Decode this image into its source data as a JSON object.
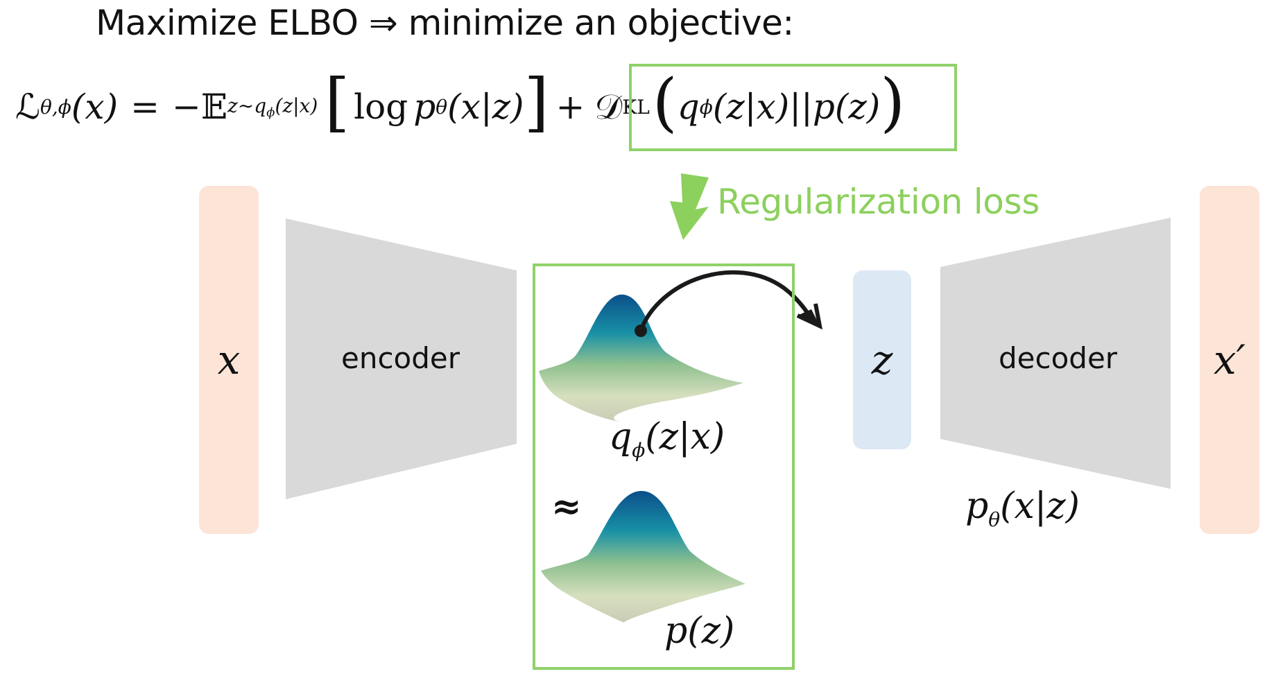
{
  "title": "Maximize ELBO ⇒ minimize an objective:",
  "equation": {
    "lhs_symbol": "ℒ",
    "lhs_subscript": "θ,ϕ",
    "lhs_arg": "(x)",
    "equals": "=",
    "minus": "−",
    "expectation_symbol": "𝔼",
    "expectation_subscript": "z∼q",
    "expectation_subscript_phi": "ϕ",
    "expectation_subscript_arg": "(z|x)",
    "open_bracket": "[",
    "log_term_log": "log",
    "log_term_p": "p",
    "log_term_theta": "θ",
    "log_term_arg": "(x|z)",
    "close_bracket": "]",
    "plus": "+",
    "kl_symbol": "𝒟",
    "kl_subscript": "KL",
    "kl_open": "(",
    "kl_q": "q",
    "kl_phi": "ϕ",
    "kl_arg": "(z|x)||p(z)",
    "kl_close": ")"
  },
  "regularization_label": "Regularization loss",
  "input_label": "x",
  "encoder_label": "encoder",
  "posterior_label": {
    "q": "q",
    "sub": "ϕ",
    "arg": "(z|x)"
  },
  "approx_symbol": "≈",
  "prior_label": "p(z)",
  "latent_label": "z",
  "decoder_label": "decoder",
  "likelihood_label": {
    "p": "p",
    "sub": "θ",
    "arg": "(x|z)"
  },
  "output_label": "x′",
  "colors": {
    "highlight_green": "#8fd16a",
    "reg_text_green": "#8cd05e",
    "io_bar": "#fce4d6",
    "latent_bar": "#dde8f5",
    "network_gray": "#d9d9d9",
    "gaussian_peak": "#0b5a8f",
    "gaussian_mid": "#1d8fa8",
    "gaussian_base": "#dfe3c8"
  }
}
